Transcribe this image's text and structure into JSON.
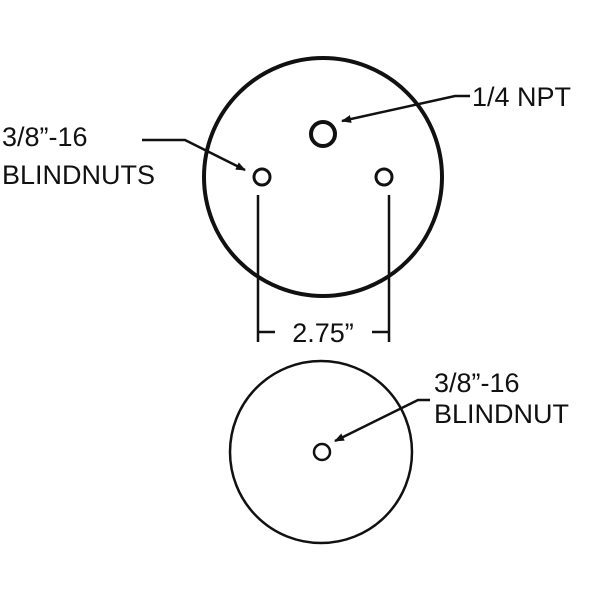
{
  "top_plate": {
    "port_label": "1/4 NPT",
    "nuts_label_line1": "3/8”-16",
    "nuts_label_line2": "BLINDNUTS",
    "spacing_label": "2.75”"
  },
  "bottom_plate": {
    "nut_label_line1": "3/8”-16",
    "nut_label_line2": "BLINDNUT"
  }
}
